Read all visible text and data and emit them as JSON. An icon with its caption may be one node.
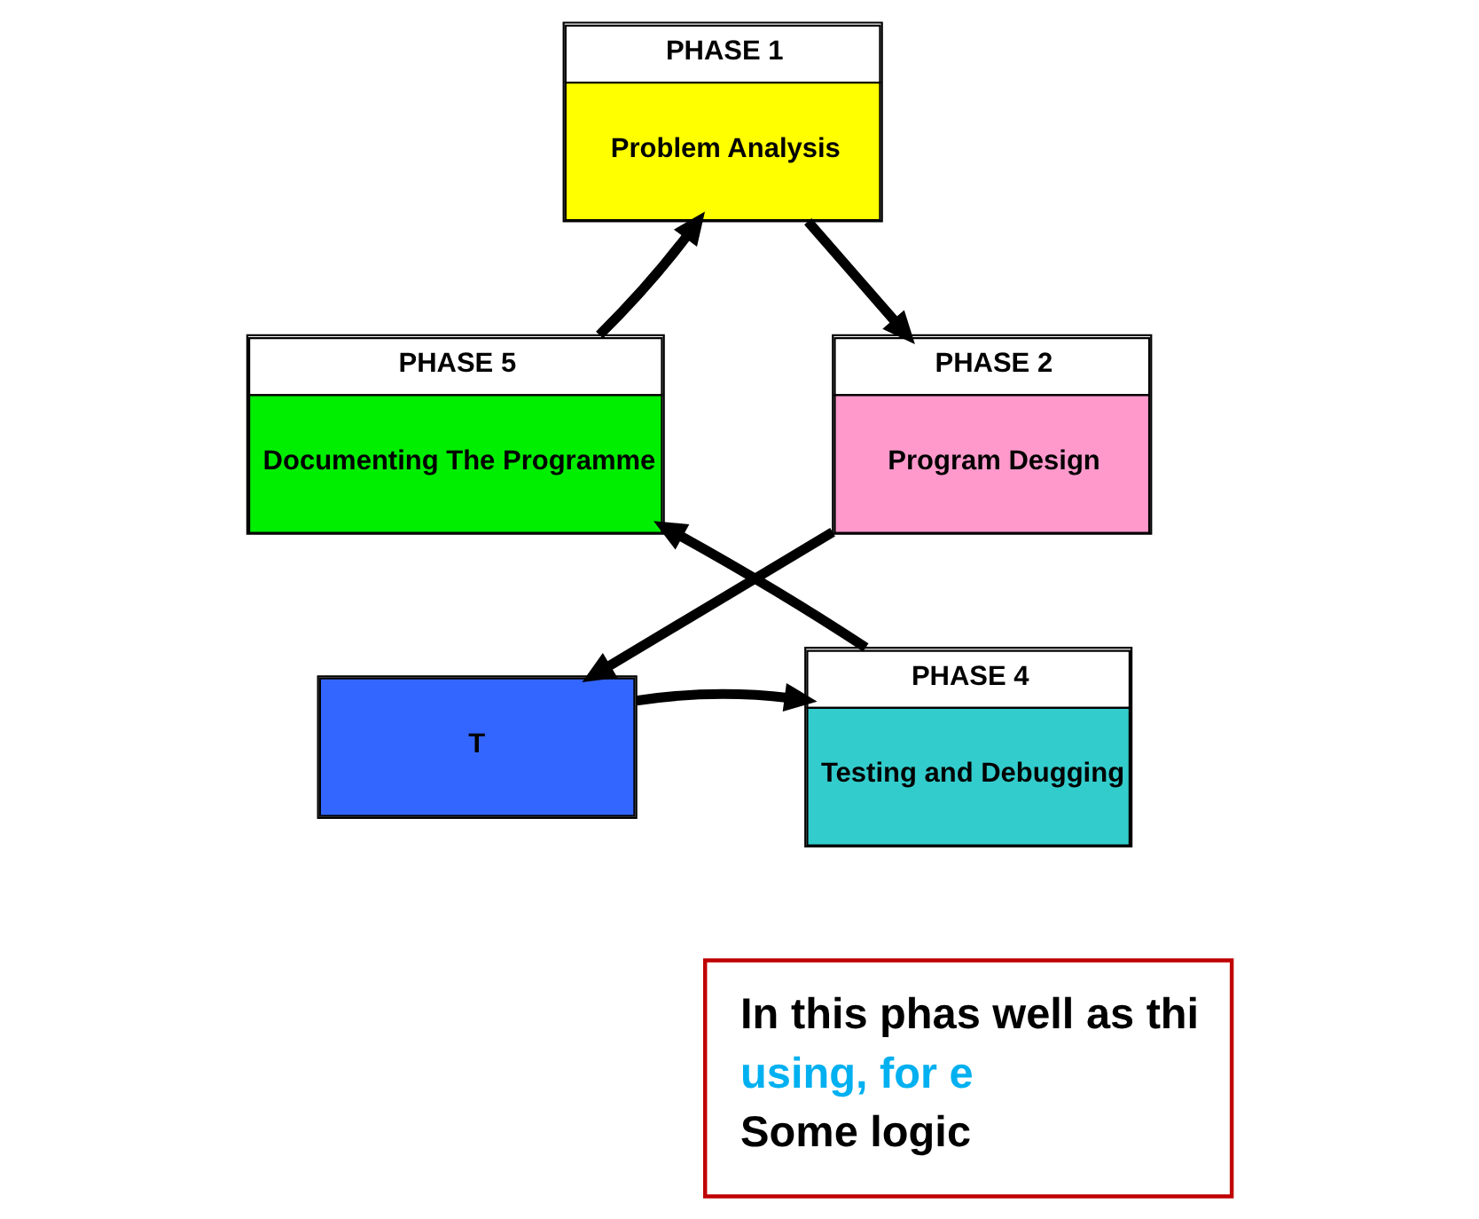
{
  "diagram": {
    "nodes": [
      {
        "text": [
          "PHASE 1",
          "Problem Analysis"
        ]
      },
      {
        "text": [
          "PHASE 2",
          "Program Design"
        ]
      },
      {
        "text": [
          "T"
        ]
      },
      {
        "text": [
          "PHASE 4",
          "Testing and Debugging"
        ]
      },
      {
        "text": [
          "PHASE 5",
          "Documenting The Programme"
        ]
      },
      {
        "text": [
          "In this phas well as thi",
          "using, for e",
          "Some logic"
        ]
      }
    ],
    "edges": [
      {
        "from": 0,
        "to": 1,
        "arrow": "to"
      },
      {
        "from": 1,
        "to": 2,
        "arrow": "to"
      },
      {
        "from": 2,
        "to": 3,
        "arrow": "to"
      },
      {
        "from": 3,
        "to": 4,
        "arrow": "to"
      },
      {
        "from": 4,
        "to": 0,
        "arrow": "to"
      }
    ]
  }
}
